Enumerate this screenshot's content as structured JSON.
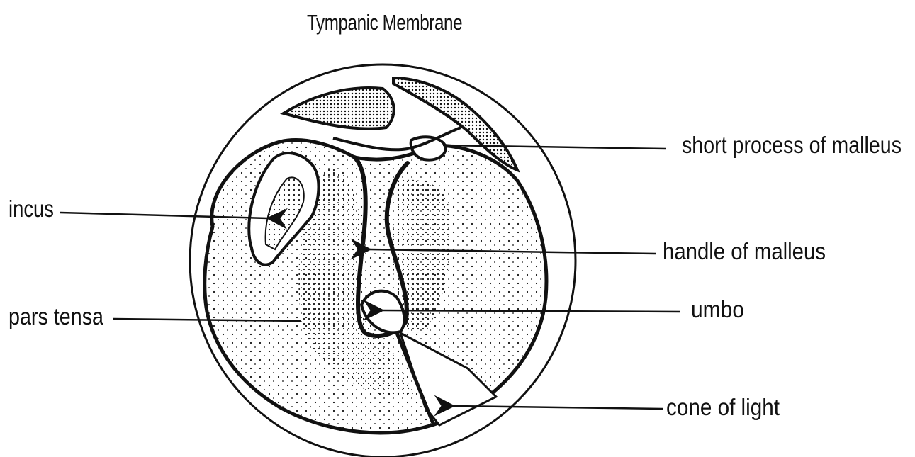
{
  "title": "Tympanic Membrane",
  "labels": {
    "short_process": "short process of malleus",
    "incus": "incus",
    "handle": "handle of malleus",
    "pars_tensa": "pars tensa",
    "umbo": "umbo",
    "cone_of_light": "cone of light"
  },
  "colors": {
    "ink": "#111111",
    "background": "#ffffff"
  }
}
